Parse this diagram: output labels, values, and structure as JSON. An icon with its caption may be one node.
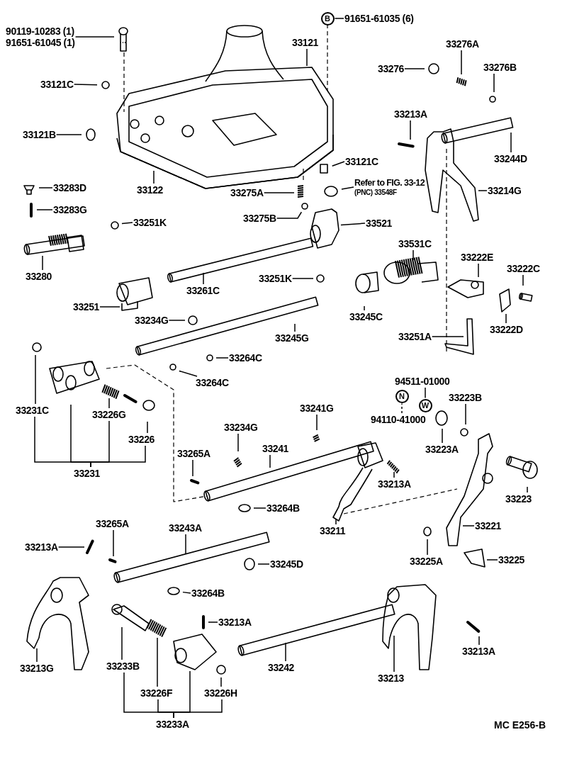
{
  "diagram": {
    "nodes": [
      {
        "text": [
          "90119-10283 (1)",
          "91651-61045 (1)"
        ]
      },
      {
        "text": [
          "33121"
        ]
      },
      {
        "text": [
          "B"
        ]
      },
      {
        "text": [
          "91651-61035 (6)"
        ]
      },
      {
        "text": [
          "33121C"
        ]
      },
      {
        "text": [
          "33121B"
        ]
      },
      {
        "text": [
          "33122"
        ]
      },
      {
        "text": [
          "33121C"
        ]
      },
      {
        "text": [
          "Refer to FIG. 33-12",
          "(PNC) 33548F"
        ]
      },
      {
        "text": [
          "33276A"
        ]
      },
      {
        "text": [
          "33276"
        ]
      },
      {
        "text": [
          "33276B"
        ]
      },
      {
        "text": [
          "33213A"
        ]
      },
      {
        "text": [
          "33244D"
        ]
      },
      {
        "text": [
          "33214G"
        ]
      },
      {
        "text": [
          "33283D"
        ]
      },
      {
        "text": [
          "33283G"
        ]
      },
      {
        "text": [
          "33251K"
        ]
      },
      {
        "text": [
          "33275A"
        ]
      },
      {
        "text": [
          "33275B"
        ]
      },
      {
        "text": [
          "33521"
        ]
      },
      {
        "text": [
          "33280"
        ]
      },
      {
        "text": [
          "33531C"
        ]
      },
      {
        "text": [
          "33222E"
        ]
      },
      {
        "text": [
          "33222C"
        ]
      },
      {
        "text": [
          "33261C"
        ]
      },
      {
        "text": [
          "33251K"
        ]
      },
      {
        "text": [
          "33251"
        ]
      },
      {
        "text": [
          "33234G"
        ]
      },
      {
        "text": [
          "33245C"
        ]
      },
      {
        "text": [
          "33222D"
        ]
      },
      {
        "text": [
          "33245G"
        ]
      },
      {
        "text": [
          "33251A"
        ]
      },
      {
        "text": [
          "33264C"
        ]
      },
      {
        "text": [
          "33264C"
        ]
      },
      {
        "text": [
          "33231C"
        ]
      },
      {
        "text": [
          "33226G"
        ]
      },
      {
        "text": [
          "33226"
        ]
      },
      {
        "text": [
          "33231"
        ]
      },
      {
        "text": [
          "N"
        ]
      },
      {
        "text": [
          "94110-41000"
        ]
      },
      {
        "text": [
          "94511-01000"
        ]
      },
      {
        "text": [
          "W"
        ]
      },
      {
        "text": [
          "33223B"
        ]
      },
      {
        "text": [
          "33223A"
        ]
      },
      {
        "text": [
          "33241G"
        ]
      },
      {
        "text": [
          "33234G"
        ]
      },
      {
        "text": [
          "33241"
        ]
      },
      {
        "text": [
          "33265A"
        ]
      },
      {
        "text": [
          "33213A"
        ]
      },
      {
        "text": [
          "33223"
        ]
      },
      {
        "text": [
          "33264B"
        ]
      },
      {
        "text": [
          "33211"
        ]
      },
      {
        "text": [
          "33221"
        ]
      },
      {
        "text": [
          "33265A"
        ]
      },
      {
        "text": [
          "33243A"
        ]
      },
      {
        "text": [
          "33213A"
        ]
      },
      {
        "text": [
          "33245D"
        ]
      },
      {
        "text": [
          "33225A"
        ]
      },
      {
        "text": [
          "33225"
        ]
      },
      {
        "text": [
          "33264B"
        ]
      },
      {
        "text": [
          "33213A"
        ]
      },
      {
        "text": [
          "33213G"
        ]
      },
      {
        "text": [
          "33233B"
        ]
      },
      {
        "text": [
          "33242"
        ]
      },
      {
        "text": [
          "33213"
        ]
      },
      {
        "text": [
          "33213A"
        ]
      },
      {
        "text": [
          "33226F"
        ]
      },
      {
        "text": [
          "33226H"
        ]
      },
      {
        "text": [
          "33233A"
        ]
      }
    ],
    "edges": [
      {
        "from": 0,
        "to": null,
        "arrow": "none"
      },
      {
        "from": 1,
        "to": null,
        "arrow": "none"
      },
      {
        "from": 3,
        "to": 2,
        "arrow": "none"
      },
      {
        "from": 4,
        "to": null,
        "arrow": "none"
      },
      {
        "from": 5,
        "to": null,
        "arrow": "none"
      },
      {
        "from": 6,
        "to": null,
        "arrow": "none"
      },
      {
        "from": 7,
        "to": null,
        "arrow": "none"
      },
      {
        "from": 8,
        "to": null,
        "arrow": "none"
      },
      {
        "from": 9,
        "to": null,
        "arrow": "none"
      },
      {
        "from": 10,
        "to": null,
        "arrow": "none"
      },
      {
        "from": 11,
        "to": null,
        "arrow": "none"
      },
      {
        "from": 12,
        "to": null,
        "arrow": "none"
      },
      {
        "from": 13,
        "to": null,
        "arrow": "none"
      },
      {
        "from": 14,
        "to": null,
        "arrow": "none"
      },
      {
        "from": 15,
        "to": null,
        "arrow": "none"
      },
      {
        "from": 16,
        "to": null,
        "arrow": "none"
      },
      {
        "from": 17,
        "to": null,
        "arrow": "none"
      },
      {
        "from": 18,
        "to": null,
        "arrow": "none"
      },
      {
        "from": 19,
        "to": null,
        "arrow": "none"
      },
      {
        "from": 20,
        "to": null,
        "arrow": "none"
      },
      {
        "from": 21,
        "to": null,
        "arrow": "none"
      },
      {
        "from": 22,
        "to": null,
        "arrow": "none"
      },
      {
        "from": 23,
        "to": null,
        "arrow": "none"
      },
      {
        "from": 24,
        "to": null,
        "arrow": "none"
      },
      {
        "from": 25,
        "to": null,
        "arrow": "none"
      },
      {
        "from": 26,
        "to": null,
        "arrow": "none"
      },
      {
        "from": 27,
        "to": null,
        "arrow": "none"
      },
      {
        "from": 28,
        "to": null,
        "arrow": "none"
      },
      {
        "from": 29,
        "to": null,
        "arrow": "none"
      },
      {
        "from": 30,
        "to": null,
        "arrow": "none"
      },
      {
        "from": 31,
        "to": null,
        "arrow": "none"
      },
      {
        "from": 32,
        "to": null,
        "arrow": "none"
      },
      {
        "from": 33,
        "to": null,
        "arrow": "none"
      },
      {
        "from": 34,
        "to": null,
        "arrow": "none"
      },
      {
        "from": 35,
        "to": null,
        "arrow": "none"
      },
      {
        "from": 36,
        "to": null,
        "arrow": "none"
      },
      {
        "from": 37,
        "to": null,
        "arrow": "none"
      },
      {
        "from": 38,
        "to": 35,
        "arrow": "none"
      },
      {
        "from": 38,
        "to": null,
        "arrow": "none"
      },
      {
        "from": 38,
        "to": 36,
        "arrow": "none"
      },
      {
        "from": 38,
        "to": 37,
        "arrow": "none"
      },
      {
        "from": 40,
        "to": 39,
        "arrow": "none",
        "style": "dashed"
      },
      {
        "from": 41,
        "to": 42,
        "arrow": "none"
      },
      {
        "from": 43,
        "to": null,
        "arrow": "none"
      },
      {
        "from": 44,
        "to": null,
        "arrow": "none"
      },
      {
        "from": 45,
        "to": null,
        "arrow": "none"
      },
      {
        "from": 46,
        "to": null,
        "arrow": "none"
      },
      {
        "from": 47,
        "to": null,
        "arrow": "none"
      },
      {
        "from": 48,
        "to": null,
        "arrow": "none"
      },
      {
        "from": 49,
        "to": null,
        "arrow": "none"
      },
      {
        "from": 50,
        "to": null,
        "arrow": "none"
      },
      {
        "from": 51,
        "to": null,
        "arrow": "none"
      },
      {
        "from": 52,
        "to": null,
        "arrow": "none"
      },
      {
        "from": 53,
        "to": null,
        "arrow": "none"
      },
      {
        "from": 54,
        "to": null,
        "arrow": "none"
      },
      {
        "from": 55,
        "to": null,
        "arrow": "none"
      },
      {
        "from": 56,
        "to": null,
        "arrow": "none"
      },
      {
        "from": 57,
        "to": null,
        "arrow": "none"
      },
      {
        "from": 58,
        "to": null,
        "arrow": "none"
      },
      {
        "from": 59,
        "to": null,
        "arrow": "none"
      },
      {
        "from": 60,
        "to": null,
        "arrow": "none"
      },
      {
        "from": 61,
        "to": null,
        "arrow": "none"
      },
      {
        "from": 62,
        "to": null,
        "arrow": "none"
      },
      {
        "from": 63,
        "to": null,
        "arrow": "none"
      },
      {
        "from": 64,
        "to": null,
        "arrow": "none"
      },
      {
        "from": 65,
        "to": null,
        "arrow": "none"
      },
      {
        "from": 66,
        "to": null,
        "arrow": "none"
      },
      {
        "from": 67,
        "to": null,
        "arrow": "none"
      },
      {
        "from": 68,
        "to": null,
        "arrow": "none"
      },
      {
        "from": 69,
        "to": 63,
        "arrow": "none"
      },
      {
        "from": 69,
        "to": 67,
        "arrow": "none"
      },
      {
        "from": 69,
        "to": null,
        "arrow": "none"
      },
      {
        "from": 69,
        "to": 68,
        "arrow": "none"
      }
    ],
    "labels": [
      "MC E256-B"
    ]
  }
}
